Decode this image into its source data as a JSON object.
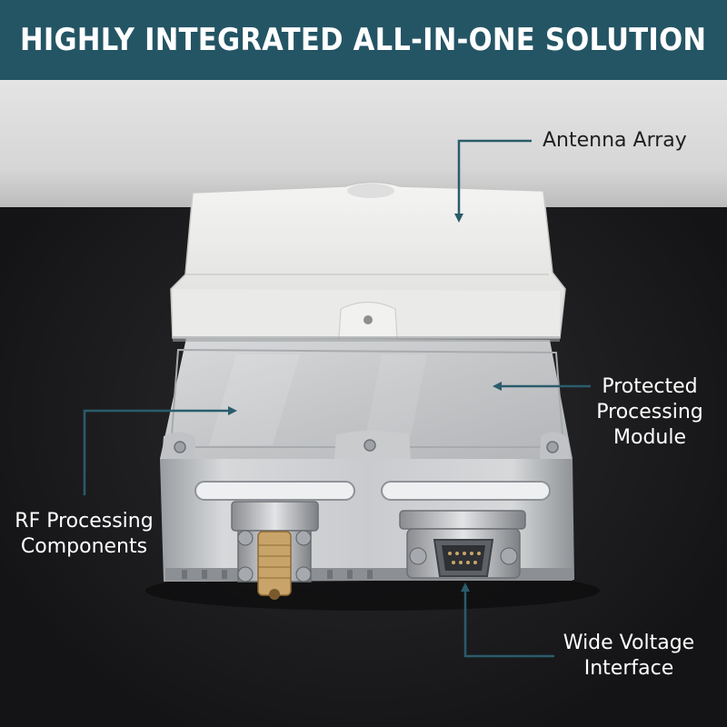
{
  "banner": {
    "title": "HIGHLY INTEGRATED ALL-IN-ONE SOLUTION",
    "bg_color": "#245565"
  },
  "callouts": {
    "antenna": {
      "text": "Antenna Array"
    },
    "protected": {
      "line1": "Protected",
      "line2": "Processing",
      "line3": "Module"
    },
    "rf": {
      "line1": "RF Processing",
      "line2": "Components"
    },
    "voltage": {
      "line1": "Wide Voltage",
      "line2": "Interface"
    }
  },
  "arrow_color": "#2a5c6c"
}
